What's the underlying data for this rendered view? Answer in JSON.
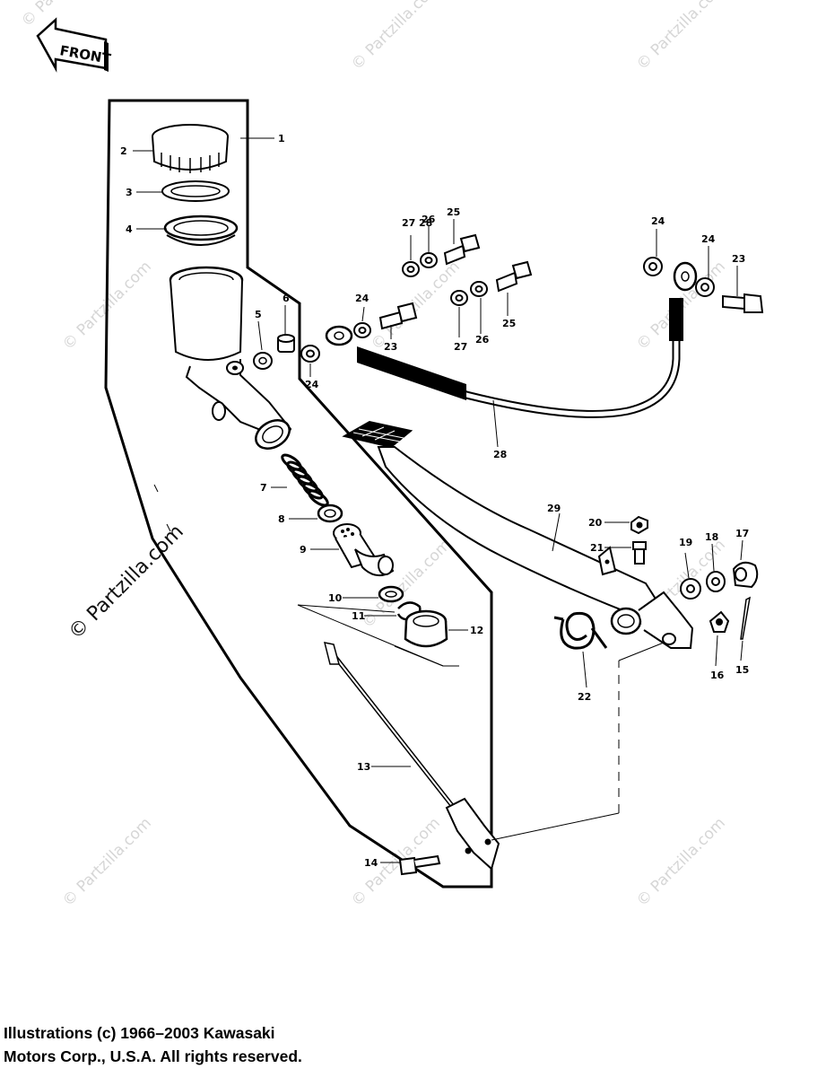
{
  "direction_label": "FRONT",
  "watermark": "© Partzilla.com",
  "copyright": {
    "line1": "Illustrations (c) 1966–2003 Kawasaki",
    "line2": "Motors Corp., U.S.A.  All rights reserved."
  },
  "callouts": {
    "c1": "1",
    "c2": "2",
    "c3": "3",
    "c4": "4",
    "c5": "5",
    "c6": "6",
    "c7": "7",
    "c8": "8",
    "c9": "9",
    "c10": "10",
    "c11": "11",
    "c12": "12",
    "c13": "13",
    "c14": "14",
    "c15": "15",
    "c16": "16",
    "c17": "17",
    "c18": "18",
    "c19": "19",
    "c20": "20",
    "c21": "21",
    "c22": "22",
    "c23a": "23",
    "c23b": "23",
    "c24a": "24",
    "c24b": "24",
    "c24c": "24",
    "c24d": "24",
    "c25a": "25",
    "c25b": "25",
    "c26a": "26",
    "c26b": "26",
    "c27a": "27",
    "c27b": "27",
    "c28a": "28",
    "c28b": "28",
    "c29": "29"
  }
}
